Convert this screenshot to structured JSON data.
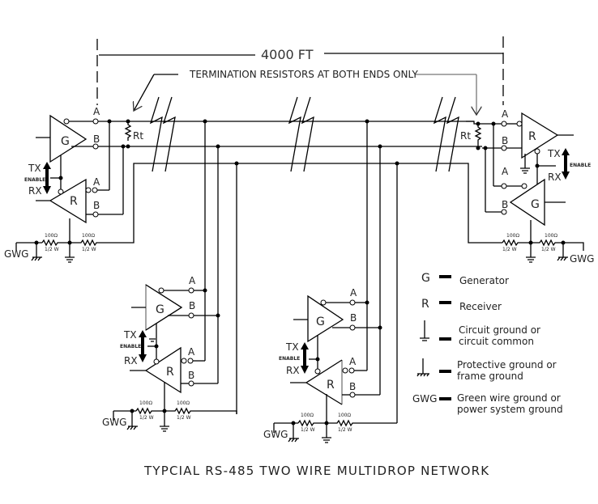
{
  "dimension": {
    "label": "4000 FT"
  },
  "callout": {
    "label": "TERMINATION RESISTORS AT BOTH ENDS ONLY"
  },
  "terminator_label": "Rt",
  "pins": {
    "a": "A",
    "b": "B"
  },
  "nodes": {
    "generator": "G",
    "receiver": "R",
    "tx": "TX",
    "rx": "RX",
    "enable": "ENABLE",
    "gwg": "GWG",
    "resistor_value": "100Ω",
    "resistor_power": "1/2 W"
  },
  "legend": {
    "items": [
      {
        "symbol": "G",
        "line1": "Generator",
        "line2": ""
      },
      {
        "symbol": "R",
        "line1": "Receiver",
        "line2": ""
      },
      {
        "symbol": "circuit-ground-icon",
        "line1": "Circuit ground or",
        "line2": "circuit common"
      },
      {
        "symbol": "protective-ground-icon",
        "line1": "Protective ground or",
        "line2": "frame ground"
      },
      {
        "symbol": "GWG",
        "line1": "Green wire ground or",
        "line2": "power system ground"
      }
    ]
  },
  "title": "TYPCIAL RS-485 TWO WIRE MULTIDROP NETWORK"
}
